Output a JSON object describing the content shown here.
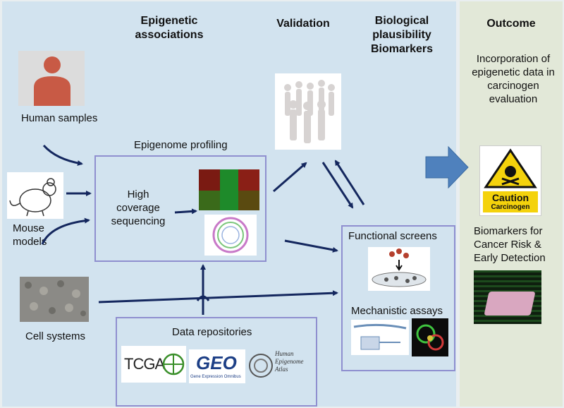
{
  "headers": {
    "epigenetic": "Epigenetic\nassociations",
    "validation": "Validation",
    "plausibility": "Biological\nplausibility\nBiomarkers",
    "outcome": "Outcome"
  },
  "sources": {
    "human": "Human samples",
    "mouse": "Mouse\nmodels",
    "cells": "Cell systems"
  },
  "profiling": {
    "title": "Epigenome profiling",
    "method": "High\ncoverage\nsequencing"
  },
  "repositories": {
    "title": "Data repositories",
    "tcga": "TCGA",
    "geo": "GEO",
    "geo_sub": "Gene Expression Omnibus",
    "atlas": "Human\nEpigenome\nAtlas"
  },
  "screens": {
    "functional": "Functional screens",
    "mechanistic": "Mechanistic assays"
  },
  "outcome": {
    "incorporation": "Incorporation of\nepigenetic data in\ncarcinogen\nevaluation",
    "caution": "Caution",
    "carcinogen": "Carcinogen",
    "biomarkers": "Biomarkers for\nCancer Risk &\nEarly Detection"
  },
  "colors": {
    "arrow": "#14275e",
    "big_arrow": "#4f81bd",
    "box_border": "#8f8fcf",
    "panel_main": "#d2e3ef",
    "panel_outcome": "#e2e8d8"
  }
}
